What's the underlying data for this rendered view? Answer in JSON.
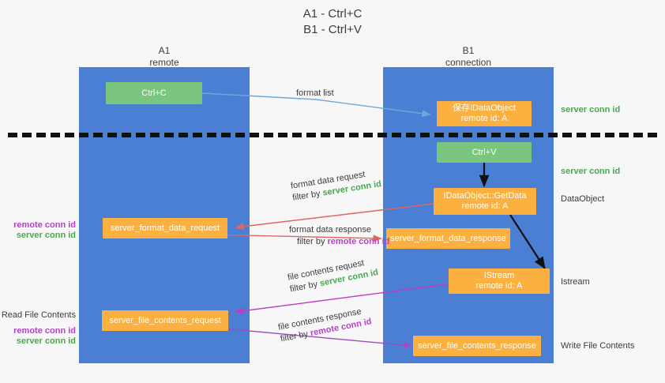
{
  "title": {
    "line1": "A1 - Ctrl+C",
    "line2": "B1 - Ctrl+V"
  },
  "lanes": [
    {
      "name": "A1",
      "sub": "remote"
    },
    {
      "name": "B1",
      "sub": "connection"
    }
  ],
  "nodes": {
    "ctrl_c": {
      "line1": "Ctrl+C"
    },
    "save_idataobject": {
      "line1": "保存IDataObject",
      "line2": "remote id: A"
    },
    "ctrl_v": {
      "line1": "Ctrl+V"
    },
    "getdata": {
      "line1": "IDataObject::GetData",
      "line2": "remote id: A"
    },
    "server_format_data_request": {
      "line1": "server_format_data_request"
    },
    "server_format_data_response": {
      "line1": "server_format_data_response"
    },
    "istream": {
      "line1": "IStream",
      "line2": "remote id: A"
    },
    "server_file_contents_request": {
      "line1": "server_file_contents_request"
    },
    "server_file_contents_response": {
      "line1": "server_file_contents_response"
    }
  },
  "edges": {
    "format_list": {
      "line1": "format list"
    },
    "format_data_request": {
      "line1": "format data request",
      "line2_prefix": "filter by ",
      "line2_token": "server conn id"
    },
    "format_data_response": {
      "line1": "format data response",
      "line2_prefix": "filter by ",
      "line2_token": "remote conn id"
    },
    "file_contents_request": {
      "line1": "file contents request",
      "line2_prefix": "filter by ",
      "line2_token": "server conn id"
    },
    "file_contents_response": {
      "line1": "file contents response",
      "line2_prefix": "filter by ",
      "line2_token": "remote conn id"
    }
  },
  "annotations": {
    "right_server_conn_id_top": "server conn id",
    "right_server_conn_id_mid": "server conn id",
    "right_dataobject": "DataObject",
    "right_istream": "Istream",
    "right_write_file_contents": "Write File Contents",
    "left_read_file_contents": "Read File Contents",
    "left_remote_conn_id_1": "remote conn id",
    "left_server_conn_id_1": "server conn id",
    "left_remote_conn_id_2": "remote conn id",
    "left_server_conn_id_2": "server conn id"
  },
  "colors": {
    "lane": "#4a7fd4",
    "green_node": "#7ac67f",
    "orange_node": "#fbb040",
    "green_text": "#4aa84f",
    "purple_text": "#b642c8",
    "wire_blue": "#6fa8dc",
    "wire_red": "#e06666",
    "wire_magenta": "#c23bc2",
    "wire_purple": "#9a4fc0",
    "wire_black": "#111111",
    "background": "#f7f7f7"
  }
}
